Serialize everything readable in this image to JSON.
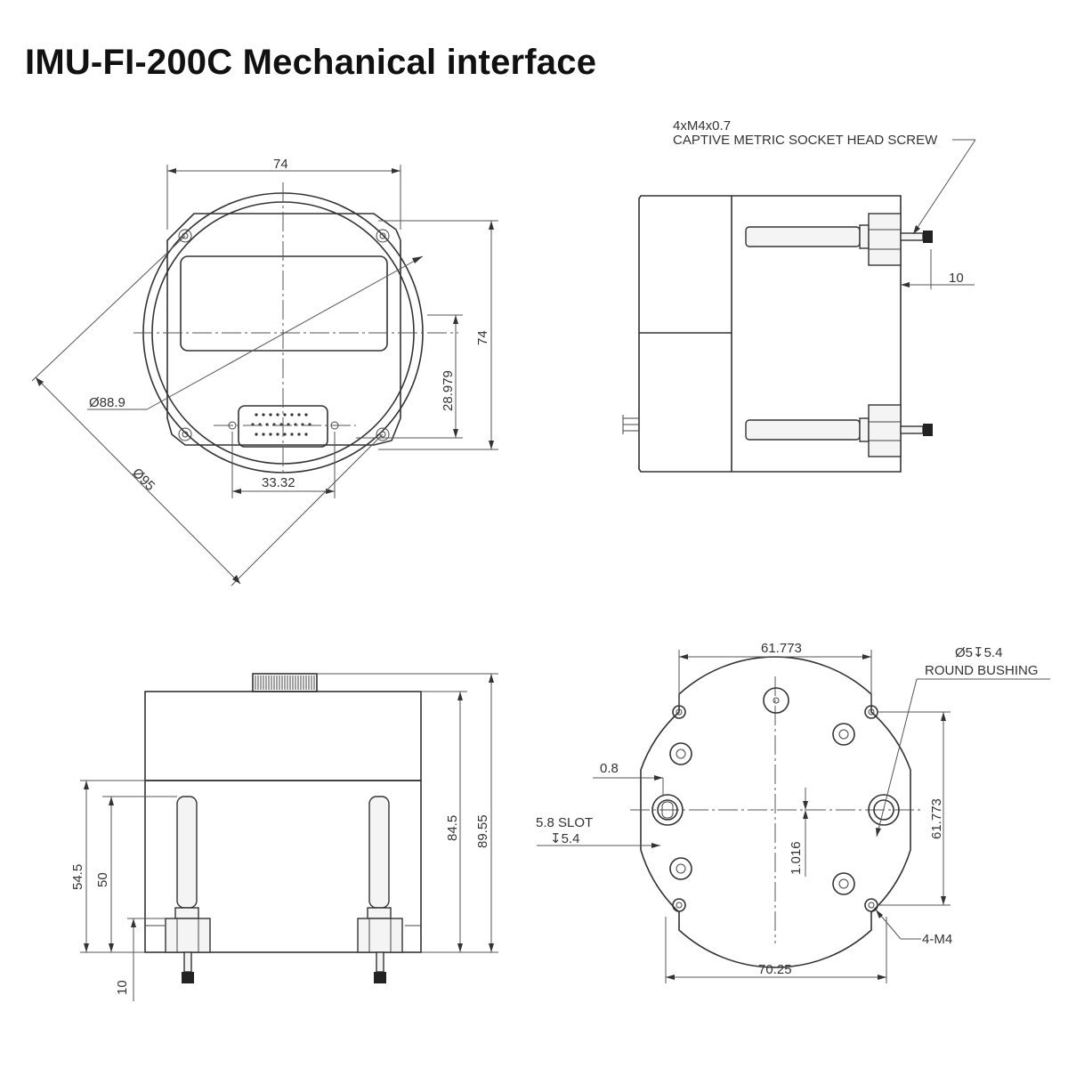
{
  "title": "IMU-FI-200C Mechanical interface",
  "front_view": {
    "width": "74",
    "height": "74",
    "inner_diameter": "Ø88.9",
    "outer_diameter": "Ø95",
    "connector_offset": "28.979",
    "connector_width": "33.32"
  },
  "side_view": {
    "screw_line1": "4xM4x0.7",
    "screw_line2": "CAPTIVE METRIC SOCKET HEAD SCREW",
    "protrusion": "10"
  },
  "elevation_view": {
    "height_54_5": "54.5",
    "height_50": "50",
    "height_84_5": "84.5",
    "height_89_55": "89.55",
    "screw_length": "10"
  },
  "bottom_view": {
    "top_spacing": "61.773",
    "bushing_line1": "Ø5↧5.4",
    "bushing_line2": "ROUND BUSHING",
    "offset_0_8": "0.8",
    "slot_line1": "5.8 SLOT",
    "slot_line2": "↧5.4",
    "offset_1_016": "1.016",
    "vertical_spacing": "61.773",
    "thread_callout": "4-M4",
    "bottom_width": "70.25"
  }
}
